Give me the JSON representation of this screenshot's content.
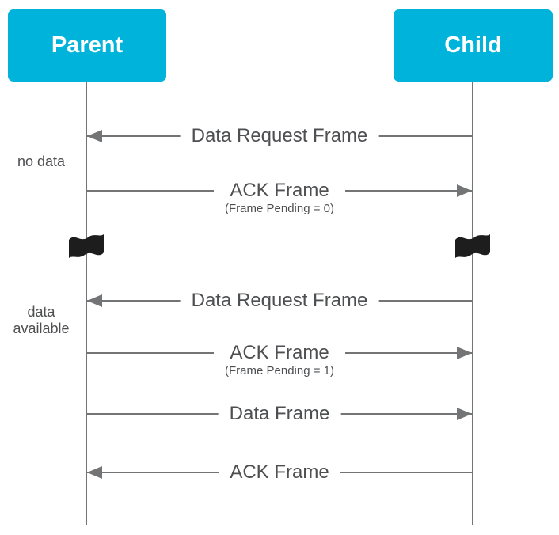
{
  "actors": {
    "parent": {
      "label": "Parent"
    },
    "child": {
      "label": "Child"
    }
  },
  "messages": [
    {
      "label": "Data Request Frame",
      "sublabel": "",
      "direction": "left"
    },
    {
      "label": "ACK Frame",
      "sublabel": "(Frame Pending = 0)",
      "direction": "right"
    },
    {
      "label": "Data Request Frame",
      "sublabel": "",
      "direction": "left"
    },
    {
      "label": "ACK Frame",
      "sublabel": "(Frame Pending = 1)",
      "direction": "right"
    },
    {
      "label": "Data Frame",
      "sublabel": "",
      "direction": "right"
    },
    {
      "label": "ACK Frame",
      "sublabel": "",
      "direction": "left"
    }
  ],
  "annotations": {
    "no_data": "no data",
    "data_available": "data available"
  },
  "icons": {
    "time_break": "flag-icon"
  },
  "colors": {
    "actor_fill": "#00b3da",
    "actor_text": "#ffffff",
    "wire": "#737476",
    "message_text": "#4e4f51",
    "flag": "#1d1d1d",
    "background": "#ffffff"
  }
}
